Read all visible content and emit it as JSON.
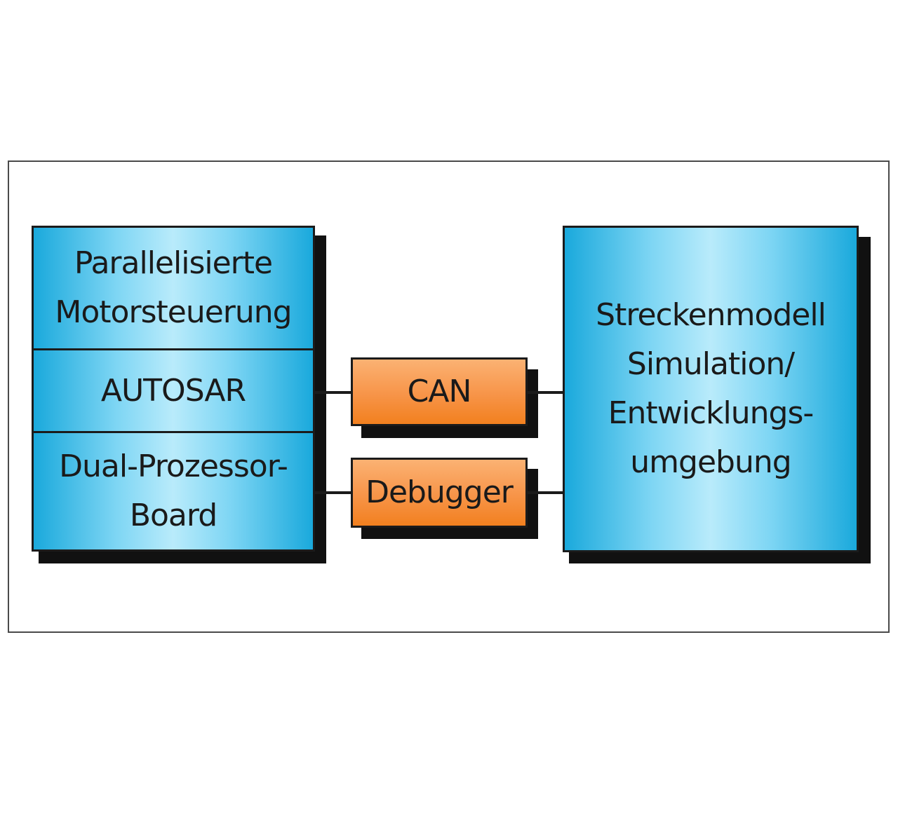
{
  "left_stack": {
    "layer1": "Parallelisierte\nMotorsteuerung",
    "layer2": "AUTOSAR",
    "layer3": "Dual-Prozessor-\nBoard"
  },
  "interfaces": {
    "can": "CAN",
    "debugger": "Debugger"
  },
  "right_block": {
    "text": "Streckenmodell\nSimulation/\nEntwicklungs-\numgebung"
  },
  "colors": {
    "blue": "#4cc4ee",
    "orange": "#f79448",
    "shadow": "#111111"
  }
}
